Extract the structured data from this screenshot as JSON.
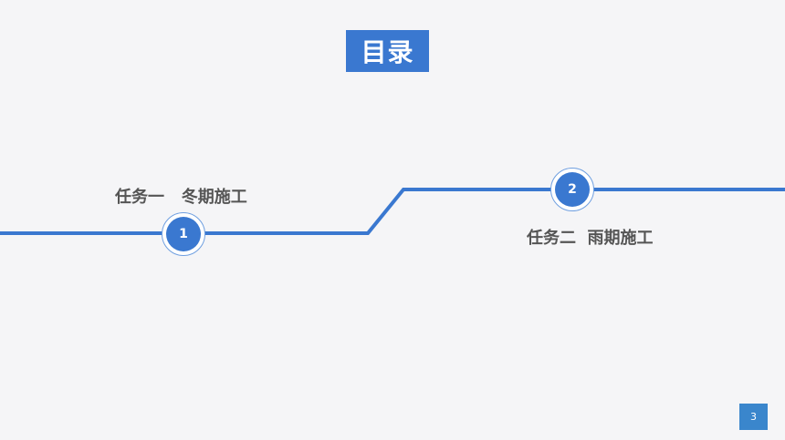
{
  "title": "目录",
  "colors": {
    "accent": "#3a78d0",
    "line": "#3a78d0",
    "text": "#555555",
    "background": "#f5f5f7"
  },
  "tasks": [
    {
      "number": "1",
      "label": "任务一   冬期施工"
    },
    {
      "number": "2",
      "label": "任务二  雨期施工"
    }
  ],
  "page_number": "3"
}
